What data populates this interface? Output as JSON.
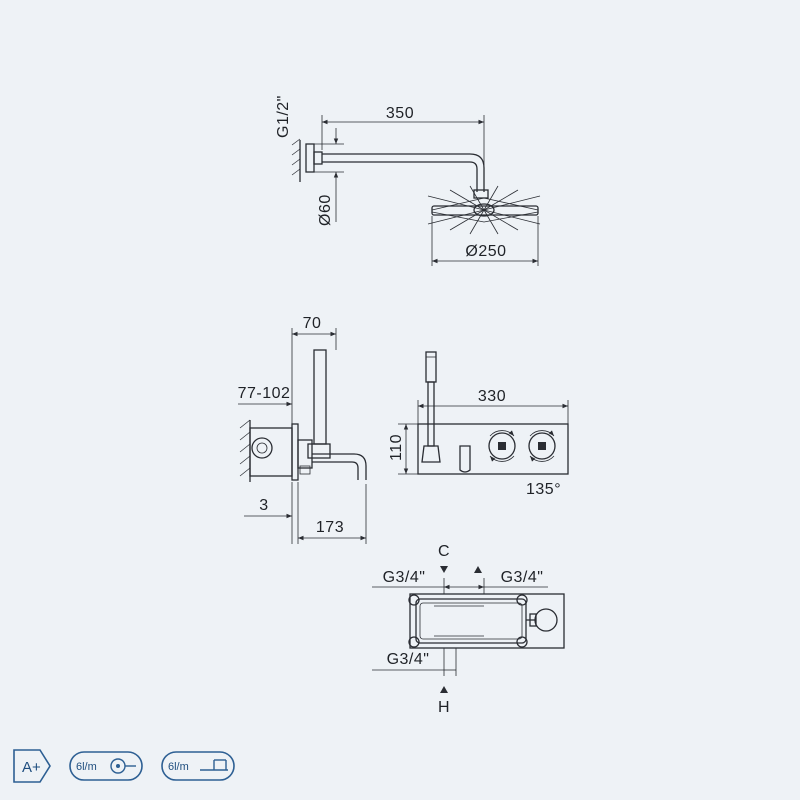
{
  "overhead_shower": {
    "arm_length": "350",
    "connection": "G1/2\"",
    "flange_diameter": "Ø60",
    "head_diameter": "Ø250"
  },
  "spout_side_view": {
    "projection": "70",
    "wall_depth": "77-102",
    "plate_thickness": "3",
    "spout_reach": "173"
  },
  "front_view": {
    "width": "330",
    "height": "110",
    "handle_rotation": "135°"
  },
  "box_plan": {
    "cold": "C",
    "hot": "H",
    "inlet_left": "G3/4\"",
    "inlet_right": "G3/4\"",
    "outlet_bottom": "G3/4\""
  },
  "badges": {
    "energy_class": "A+",
    "flow_hand": "6l/m",
    "flow_head": "6l/m"
  },
  "colors": {
    "line": "#2a2d33",
    "badge": "#2d5f93",
    "background": "#eef2f6"
  }
}
